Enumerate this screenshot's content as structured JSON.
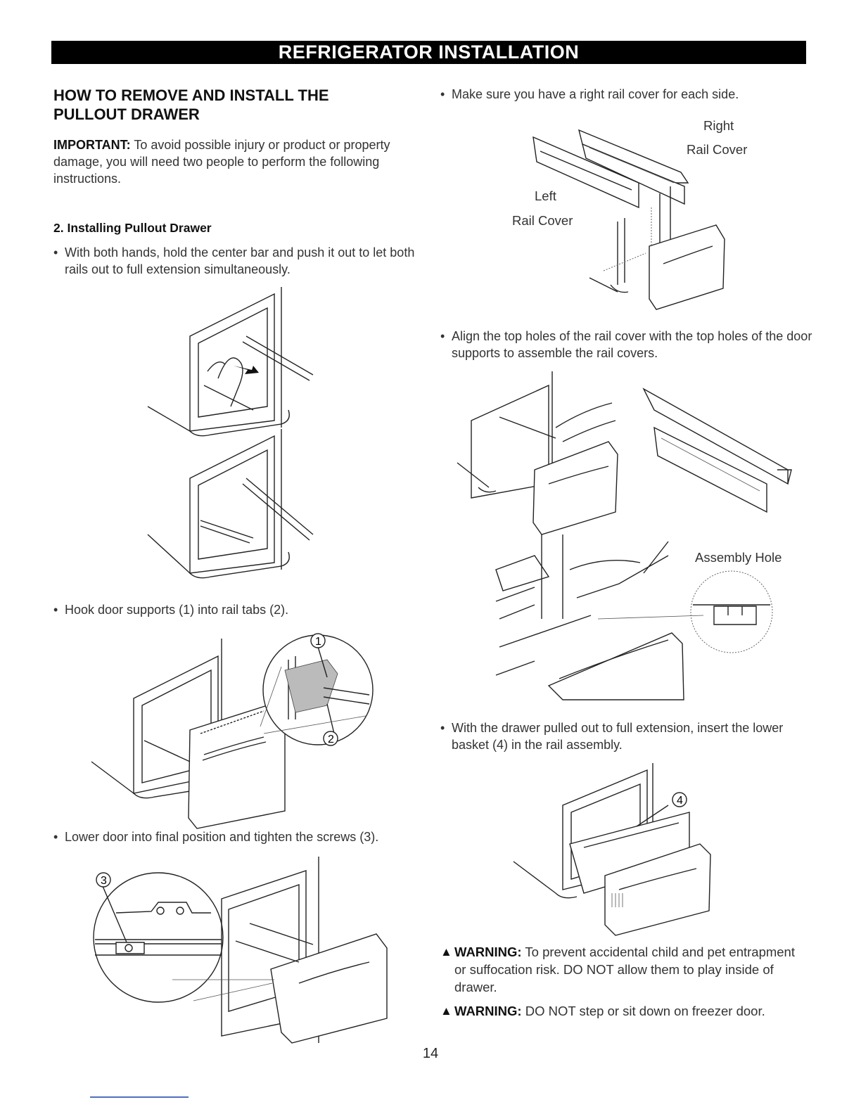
{
  "banner": "REFRIGERATOR INSTALLATION",
  "left": {
    "title_line1": "HOW TO REMOVE AND INSTALL THE",
    "title_line2": "PULLOUT DRAWER",
    "important_label": "IMPORTANT:",
    "important_text": " To avoid possible injury or product or property damage, you will need two people to perform the following instructions.",
    "step_heading": "2. Installing Pullout Drawer",
    "bullet1": "With both hands, hold the center bar and push it out to let both rails out to full extension simultaneously.",
    "bullet2": "Hook door supports (1) into rail tabs (2).",
    "bullet3": "Lower door into final position and tighten the screws (3).",
    "callout_1": "1",
    "callout_2": "2",
    "callout_3": "3"
  },
  "right": {
    "bullet1": "Make sure you have a right rail cover for each side.",
    "label_right_1": "Right",
    "label_right_2": "Rail Cover",
    "label_left_1": "Left",
    "label_left_2": "Rail Cover",
    "bullet2": "Align the top holes of the rail cover with the top holes of the door supports to assemble the rail covers.",
    "label_assembly_hole": "Assembly Hole",
    "bullet3": "With the drawer pulled out to full extension, insert the lower basket (4) in the rail assembly.",
    "callout_4": "4",
    "warning1_label": "WARNING:",
    "warning1_text": " To prevent accidental child and pet entrapment or suffocation risk. DO NOT allow them to play inside of drawer.",
    "warning2_label": "WARNING:",
    "warning2_text": " DO NOT step or sit down on freezer door."
  },
  "page_number": "14"
}
